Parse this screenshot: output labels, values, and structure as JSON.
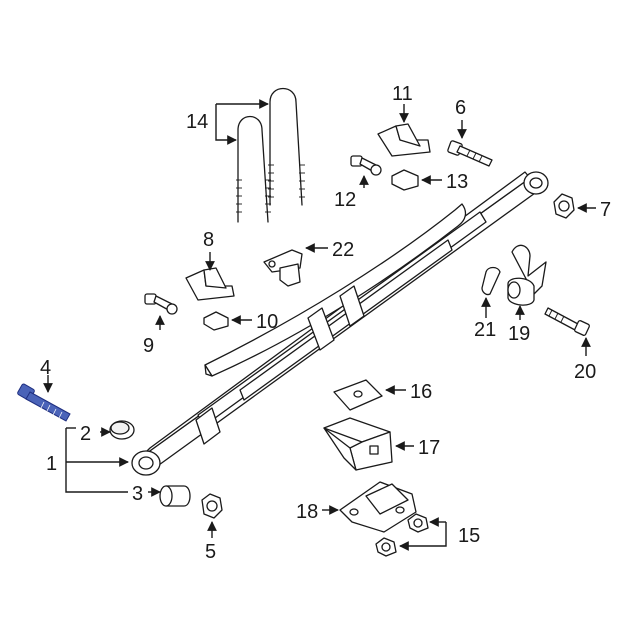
{
  "diagram": {
    "highlight_color": "#4a63b8",
    "line_color": "#1a1a1a",
    "background": "#ffffff",
    "callouts": {
      "c1": "1",
      "c2": "2",
      "c3": "3",
      "c4": "4",
      "c5": "5",
      "c6": "6",
      "c7": "7",
      "c8": "8",
      "c9": "9",
      "c10": "10",
      "c11": "11",
      "c12": "12",
      "c13": "13",
      "c14": "14",
      "c15": "15",
      "c16": "16",
      "c17": "17",
      "c18": "18",
      "c19": "19",
      "c20": "20",
      "c21": "21",
      "c22": "22"
    }
  }
}
